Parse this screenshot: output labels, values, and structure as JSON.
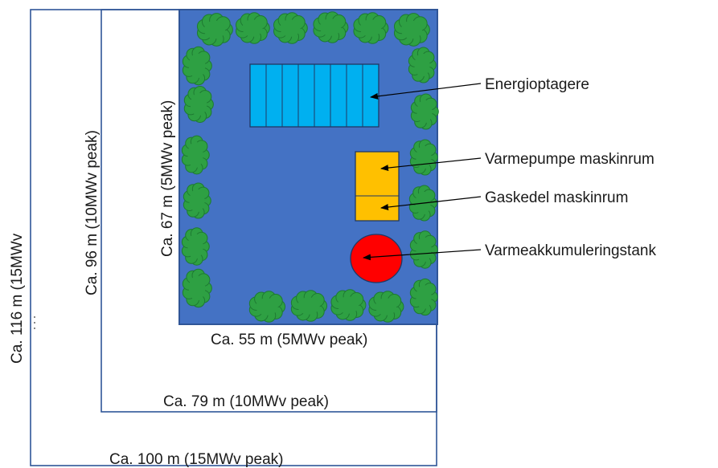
{
  "dimensions": {
    "outer_bottom": "Ca. 100 m (15MWv peak)",
    "outer_left": "Ca. 116 m (15MWv",
    "middle_bottom": "Ca. 79 m (10MWv peak)",
    "middle_left": "Ca. 96 m (10MWv peak)",
    "inner_bottom": "Ca. 55 m (5MWv peak)",
    "inner_left": "Ca. 67 m (5MWv peak)"
  },
  "components": {
    "collectors": "Energioptagere",
    "heat_pump": "Varmepumpe maskinrum",
    "gas_boiler": "Gaskedel maskinrum",
    "storage_tank": "Varmeakkumuleringstank"
  },
  "colors": {
    "site": "#4472c4",
    "site_border": "#2f5597",
    "collector": "#00b0f0",
    "machine_room": "#ffc000",
    "tank": "#ff0000",
    "tree": "#2ea043",
    "outline": "#2f5597"
  },
  "icons": {
    "tree": "tree-icon",
    "collector_panel": "solar-collector-icon",
    "arrow": "arrow-icon"
  }
}
